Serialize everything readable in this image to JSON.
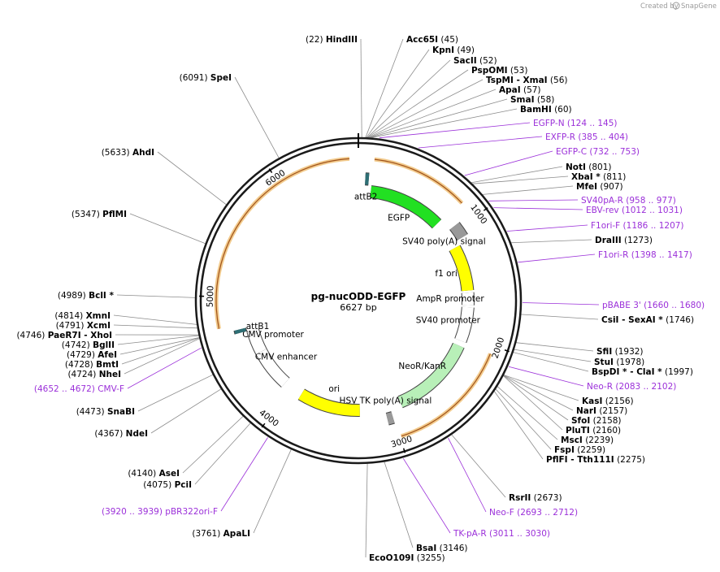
{
  "credit": {
    "text": "Created by",
    "brand": "SnapGene"
  },
  "plasmid": {
    "name": "pg-nucODD-EGFP",
    "size": "6627 bp",
    "length": 6627
  },
  "ticks": [
    "1000",
    "2000",
    "3000",
    "4000",
    "5000",
    "6000"
  ],
  "colors": {
    "primer": "#9b30d9",
    "line": "#8c8c8c",
    "ring": "#1a1a1a",
    "green": "#22e022",
    "yellow": "#ffff00",
    "orange": "#e8a030"
  },
  "sites_top": [
    {
      "pos": "(45)",
      "name": "Acc65I",
      "pname": "",
      "bp": 45
    },
    {
      "pos": "(49)",
      "name": "KpnI",
      "pname": "",
      "bp": 49
    },
    {
      "pos": "(52)",
      "name": "SacII",
      "pname": "",
      "bp": 52
    },
    {
      "pos": "(53)",
      "name": "PspOMI",
      "pname": "",
      "bp": 53
    },
    {
      "pos": "(56)",
      "name": "TspMI",
      "pname": "XmaI",
      "bp": 56
    },
    {
      "pos": "(57)",
      "name": "ApaI",
      "pname": "",
      "bp": 57
    },
    {
      "pos": "(58)",
      "name": "SmaI",
      "pname": "",
      "bp": 58
    },
    {
      "pos": "(60)",
      "name": "BamHI",
      "pname": "",
      "bp": 60
    }
  ],
  "sites_right": [
    {
      "pos": "(801)",
      "name": "NotI",
      "bp": 801
    },
    {
      "pos": "(811)",
      "name": "XbaI *",
      "bp": 811
    },
    {
      "pos": "(907)",
      "name": "MfeI",
      "bp": 907
    },
    {
      "pos": "(1273)",
      "name": "DraIII",
      "bp": 1273
    },
    {
      "pos": "(1746)",
      "name": "CsiI",
      "pname": "SexAI *",
      "bp": 1746
    },
    {
      "pos": "(1932)",
      "name": "SfiI",
      "bp": 1932
    },
    {
      "pos": "(1978)",
      "name": "StuI",
      "bp": 1978
    },
    {
      "pos": "(1997)",
      "name": "BspDI *",
      "pname": "ClaI *",
      "bp": 1997
    },
    {
      "pos": "(2156)",
      "name": "KasI",
      "bp": 2156
    },
    {
      "pos": "(2157)",
      "name": "NarI",
      "bp": 2157
    },
    {
      "pos": "(2158)",
      "name": "SfoI",
      "bp": 2158
    },
    {
      "pos": "(2160)",
      "name": "PluTI",
      "bp": 2160
    },
    {
      "pos": "(2239)",
      "name": "MscI",
      "bp": 2239
    },
    {
      "pos": "(2259)",
      "name": "FspI",
      "bp": 2259
    },
    {
      "pos": "(2275)",
      "name": "PflFI",
      "pname": "Tth111I",
      "bp": 2275
    },
    {
      "pos": "(2673)",
      "name": "RsrII",
      "bp": 2673
    },
    {
      "pos": "(3146)",
      "name": "BsaI",
      "bp": 3146
    },
    {
      "pos": "(3255)",
      "name": "EcoO109I",
      "bp": 3255
    }
  ],
  "sites_left": [
    {
      "pos": "(22)",
      "name": "HindIII",
      "bp": 22
    },
    {
      "pos": "(6091)",
      "name": "SpeI",
      "bp": 6091
    },
    {
      "pos": "(5633)",
      "name": "AhdI",
      "bp": 5633
    },
    {
      "pos": "(5347)",
      "name": "PflMI",
      "bp": 5347
    },
    {
      "pos": "(4989)",
      "name": "BclI *",
      "bp": 4989
    },
    {
      "pos": "(4814)",
      "name": "XmnI",
      "bp": 4814
    },
    {
      "pos": "(4791)",
      "name": "XcmI",
      "bp": 4791
    },
    {
      "pos": "(4746)",
      "name": "PaeR7I",
      "pname": "XhoI",
      "bp": 4746
    },
    {
      "pos": "(4742)",
      "name": "BglII",
      "bp": 4742
    },
    {
      "pos": "(4729)",
      "name": "AfeI",
      "bp": 4729
    },
    {
      "pos": "(4728)",
      "name": "BmtI",
      "bp": 4728
    },
    {
      "pos": "(4724)",
      "name": "NheI",
      "bp": 4724
    },
    {
      "pos": "(4473)",
      "name": "SnaBI",
      "bp": 4473
    },
    {
      "pos": "(4367)",
      "name": "NdeI",
      "bp": 4367
    },
    {
      "pos": "(4140)",
      "name": "AseI",
      "bp": 4140
    },
    {
      "pos": "(4075)",
      "name": "PciI",
      "bp": 4075
    },
    {
      "pos": "(3761)",
      "name": "ApaLI",
      "bp": 3761
    }
  ],
  "primers": [
    {
      "name": "EGFP-N",
      "range": "(124 .. 145)",
      "bp": 135
    },
    {
      "name": "EXFP-R",
      "range": "(385 .. 404)",
      "bp": 395
    },
    {
      "name": "EGFP-C",
      "range": "(732 .. 753)",
      "bp": 742
    },
    {
      "name": "SV40pA-R",
      "range": "(958 .. 977)",
      "bp": 968
    },
    {
      "name": "EBV-rev",
      "range": "(1012 .. 1031)",
      "bp": 1022
    },
    {
      "name": "F1ori-F",
      "range": "(1186 .. 1207)",
      "bp": 1196
    },
    {
      "name": "F1ori-R",
      "range": "(1398 .. 1417)",
      "bp": 1408
    },
    {
      "name": "pBABE 3'",
      "range": "(1660 .. 1680)",
      "bp": 1670
    },
    {
      "name": "Neo-R",
      "range": "(2083 .. 2102)",
      "bp": 2093
    },
    {
      "name": "Neo-F",
      "range": "(2693 .. 2712)",
      "bp": 2703
    },
    {
      "name": "TK-pA-R",
      "range": "(3011 .. 3030)",
      "bp": 3021
    },
    {
      "name": "pBR322ori-F",
      "range": "(3920 .. 3939)",
      "bp": 3930
    },
    {
      "name": "CMV-F",
      "range": "(4652 .. 4672)",
      "bp": 4662
    }
  ],
  "features": [
    {
      "name": "EGFP",
      "start": 120,
      "end": 840,
      "color": "#22e022"
    },
    {
      "name": "attB2",
      "start": 60,
      "end": 90,
      "color": "#2e6f75"
    },
    {
      "name": "SV40 poly(A) signal",
      "start": 960,
      "end": 1080,
      "color": "#999999"
    },
    {
      "name": "f1 ori",
      "start": 1130,
      "end": 1560,
      "color": "#ffff00"
    },
    {
      "name": "AmpR promoter",
      "start": 1580,
      "end": 1700,
      "color": "#ffffff"
    },
    {
      "name": "SV40 promoter",
      "start": 1720,
      "end": 2050,
      "color": "#ffffff"
    },
    {
      "name": "NeoR/KanR",
      "start": 2100,
      "end": 2900,
      "color": "#b8f0b8"
    },
    {
      "name": "HSV TK poly(A) signal",
      "start": 3010,
      "end": 3060,
      "color": "#999999"
    },
    {
      "name": "ori",
      "start": 3300,
      "end": 3890,
      "color": "#ffff00"
    },
    {
      "name": "CMV enhancer",
      "start": 4080,
      "end": 4460,
      "color": "#ffffff"
    },
    {
      "name": "CMV promoter",
      "start": 4460,
      "end": 4680,
      "color": "#ffffff"
    },
    {
      "name": "attB1",
      "start": 4690,
      "end": 4720,
      "color": "#2e6f75"
    }
  ],
  "orange_arcs": [
    {
      "start": 120,
      "end": 860
    },
    {
      "start": 2060,
      "end": 2990
    },
    {
      "start": 4760,
      "end": 6560
    }
  ]
}
